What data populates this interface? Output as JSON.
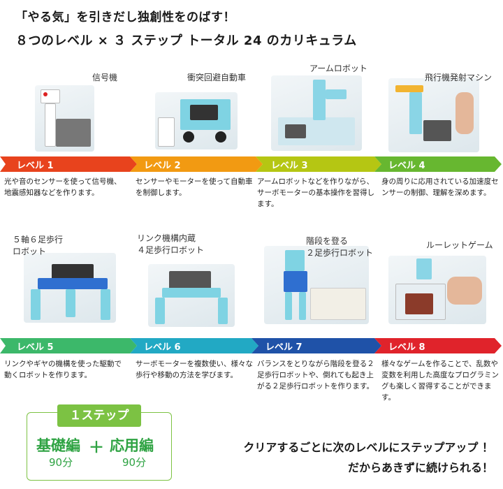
{
  "header": {
    "line1": "「やる気」を引きだし独創性をのばす！",
    "line2": "８つのレベル × ３ ステップ トータル 24 のカリキュラム"
  },
  "levels": [
    {
      "label": "レベル 1",
      "robot": "信号機",
      "desc": "光や音のセンサーを使って信号機、地震感知器などを作ります。",
      "color": "#e8431d"
    },
    {
      "label": "レベル 2",
      "robot": "衝突回避自動車",
      "desc": "センサーやモーターを使って自動車を制御します。",
      "color": "#f29a12"
    },
    {
      "label": "レベル 3",
      "robot": "アームロボット",
      "desc": "アームロボットなどを作りながら、サーボモーターの基本操作を習得します。",
      "color": "#b5c613"
    },
    {
      "label": "レベル 4",
      "robot": "飛行機発射マシン",
      "desc": "身の周りに応用されている加速度センサーの制御、理解を深めます。",
      "color": "#67b730"
    },
    {
      "label": "レベル 5",
      "robot": "５軸６足歩行\nロボット",
      "desc": "リンクやギヤの機構を使った駆動で動くロボットを作ります。",
      "color": "#3cb86a"
    },
    {
      "label": "レベル 6",
      "robot": "リンク機構内蔵\n４足歩行ロボット",
      "desc": "サーボモーターを複数使い、様々な歩行や移動の方法を学びます。",
      "color": "#22a9c4"
    },
    {
      "label": "レベル 7",
      "robot": "階段を登る\n２足歩行ロボット",
      "desc": "バランスをとりながら階段を登る２足歩行ロボットや、倒れても起き上がる２足歩行ロボットを作ります。",
      "color": "#1f52a8"
    },
    {
      "label": "レベル 8",
      "robot": "ルーレットゲーム",
      "desc": "様々なゲームを作ることで、乱数や変数を利用した高度なプログラミングも楽しく習得することができます。",
      "color": "#e0232b"
    }
  ],
  "step": {
    "label": "１ステップ",
    "basic": "基礎編",
    "plus": "＋",
    "applied": "応用編",
    "basic_minutes": "90分",
    "applied_minutes": "90分"
  },
  "slogan": {
    "line1": "クリアするごとに次のレベルにステップアップ ！",
    "line2": "だからあきずに続けられる！"
  }
}
